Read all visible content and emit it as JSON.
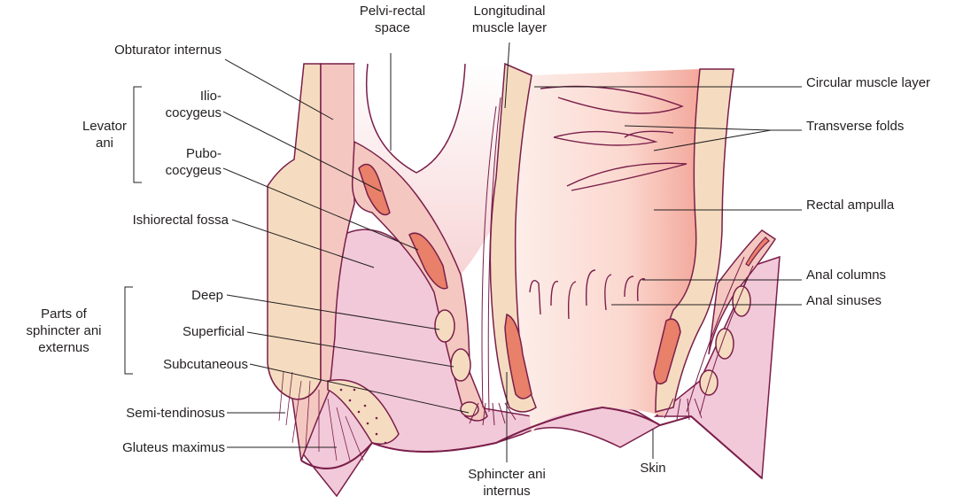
{
  "colors": {
    "outline": "#7a1e4a",
    "muscle_dark": "#e8806a",
    "muscle_light": "#f4c8c0",
    "fat": "#f5dcc0",
    "fossa": "#f2c9d8",
    "rectal_lumen": "#fbe3e0",
    "leader": "#231f20"
  },
  "labels": {
    "pelvi_rectal_space": [
      "Pelvi-rectal",
      "space"
    ],
    "longitudinal_muscle_layer": [
      "Longitudinal",
      "muscle layer"
    ],
    "obturator_internus": "Obturator internus",
    "levator_ani": [
      "Levator",
      "ani"
    ],
    "ilio_cocygeus": [
      "Ilio-",
      "cocygeus"
    ],
    "pubo_cocygeus": [
      "Pubo-",
      "cocygeus"
    ],
    "ishiorectal_fossa": "Ishiorectal fossa",
    "parts_of_sphincter": [
      "Parts of",
      "sphincter ani",
      "externus"
    ],
    "deep": "Deep",
    "superficial": "Superficial",
    "subcutaneous": "Subcutaneous",
    "semi_tendinosus": "Semi-tendinosus",
    "gluteus_maximus": "Gluteus maximus",
    "sphincter_ani_internus": [
      "Sphincter ani",
      "internus"
    ],
    "skin": "Skin",
    "circular_muscle_layer": "Circular muscle layer",
    "transverse_folds": "Transverse folds",
    "rectal_ampulla": "Rectal ampulla",
    "anal_columns": "Anal columns",
    "anal_sinuses": "Anal sinuses"
  }
}
